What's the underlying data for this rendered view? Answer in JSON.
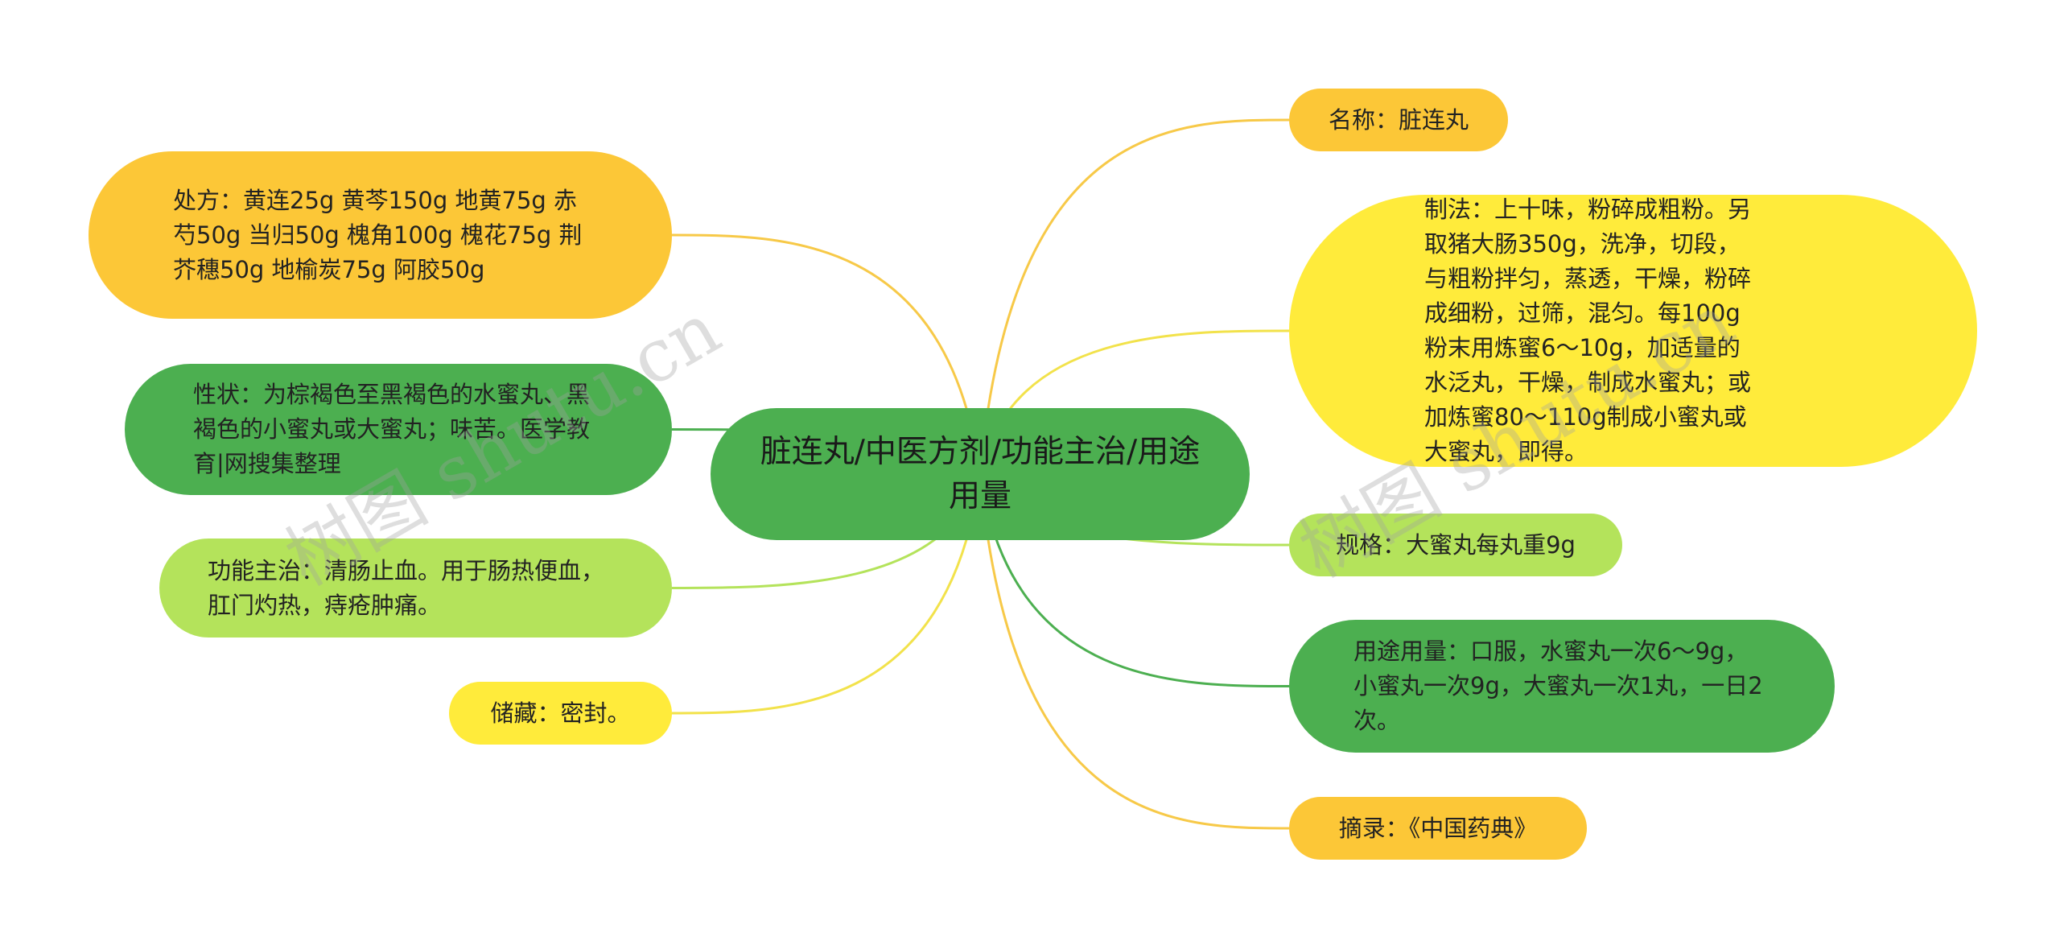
{
  "center": {
    "title": "脏连丸/中医方剂/功能主治/用途用量"
  },
  "colors": {
    "orange": "#fcc737",
    "yellow": "#ffeb3b",
    "green": "#4caf50",
    "lightgreen": "#b4e35b",
    "line_orange": "#f7c948",
    "line_green": "#4caf50",
    "line_lightgreen": "#b4e35b",
    "line_yellow": "#f2e24b"
  },
  "left_nodes": [
    {
      "id": "prescription",
      "text": "处方：黄连25g 黄芩150g 地黄75g 赤芍50g 当归50g 槐角100g 槐花75g 荆芥穗50g 地榆炭75g 阿胶50g",
      "color": "orange"
    },
    {
      "id": "properties",
      "text": "性状：为棕褐色至黑褐色的水蜜丸、黑褐色的小蜜丸或大蜜丸；味苦。医学教育|网搜集整理",
      "color": "green"
    },
    {
      "id": "function",
      "text": "功能主治：清肠止血。用于肠热便血，肛门灼热，痔疮肿痛。",
      "color": "lightgreen"
    },
    {
      "id": "storage",
      "text": "储藏：密封。",
      "color": "yellow"
    }
  ],
  "right_nodes": [
    {
      "id": "name",
      "text": "名称：脏连丸",
      "color": "orange"
    },
    {
      "id": "method",
      "text": "制法：上十味，粉碎成粗粉。另取猪大肠350g，洗净，切段，与粗粉拌匀，蒸透，干燥，粉碎成细粉，过筛，混匀。每100g粉末用炼蜜6～10g，加适量的水泛丸，干燥，制成水蜜丸；或加炼蜜80～110g制成小蜜丸或大蜜丸，即得。",
      "color": "yellow"
    },
    {
      "id": "spec",
      "text": "规格：大蜜丸每丸重9g",
      "color": "lightgreen"
    },
    {
      "id": "usage",
      "text": "用途用量：口服，水蜜丸一次6～9g，小蜜丸一次9g，大蜜丸一次1丸，一日2次。",
      "color": "green"
    },
    {
      "id": "source",
      "text": "摘录：《中国药典》",
      "color": "orange"
    }
  ],
  "watermarks": [
    "树图 shutu.cn",
    "树图 shutu.cn"
  ]
}
